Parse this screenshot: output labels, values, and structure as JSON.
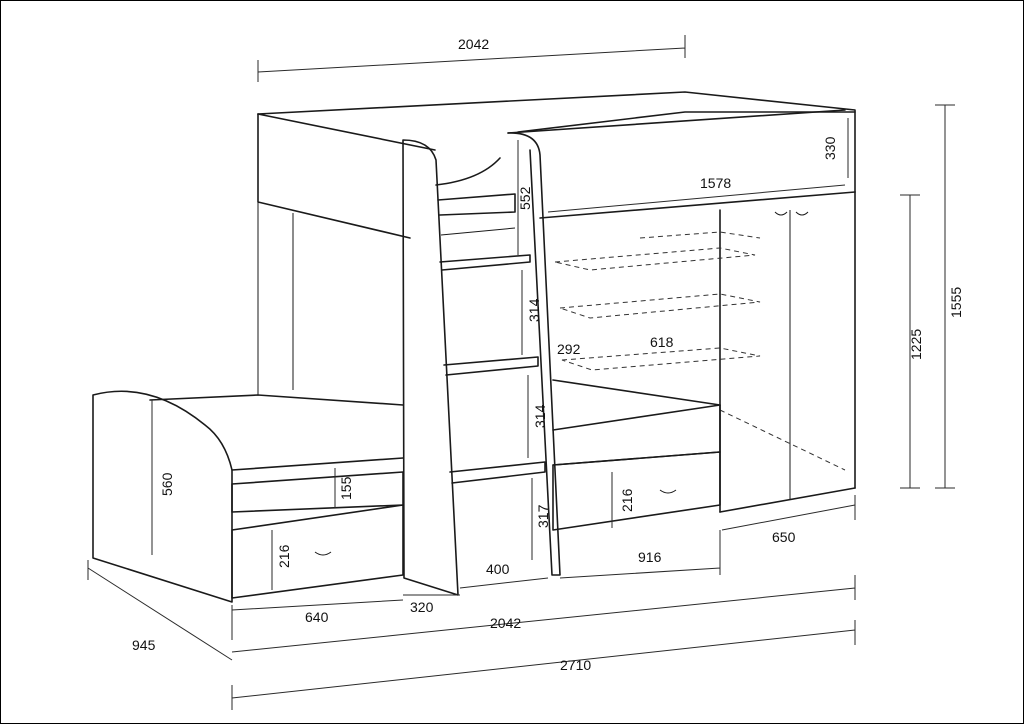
{
  "drawing": {
    "dims": {
      "top_width": "2042",
      "upper_depth": "330",
      "upper_length": "1578",
      "wardrobe_height": "1225",
      "total_height": "1555",
      "step1": "552",
      "step2": "314",
      "step3": "314",
      "step4": "317",
      "shelf_height": "292",
      "shelf_width": "618",
      "headboard_height": "560",
      "side_height": "155",
      "drawer_left_height": "216",
      "drawer_right_height": "216",
      "ladder_gap": "400",
      "drawer_right_width": "916",
      "wardrobe_depth": "650",
      "drawer_left_width": "640",
      "ladder_width": "320",
      "bottom_width": "2042",
      "total_depth": "945",
      "total_length": "2710"
    }
  }
}
